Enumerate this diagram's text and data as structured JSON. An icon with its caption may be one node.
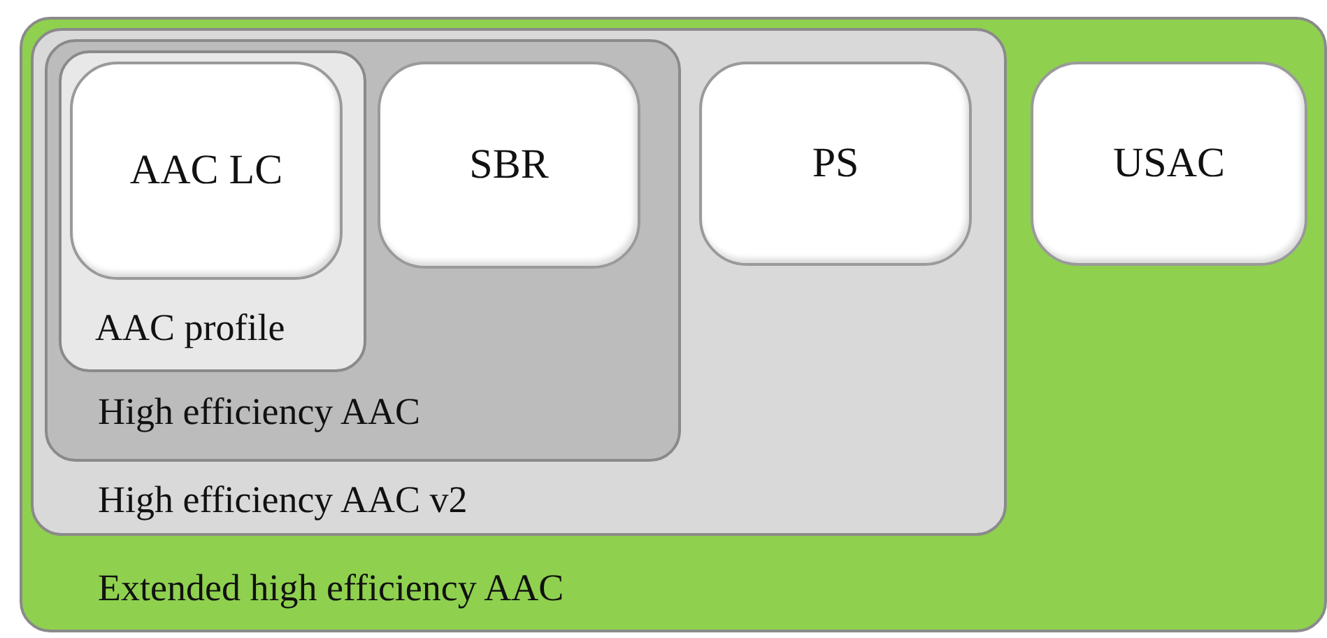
{
  "diagram": {
    "nodes": [
      {
        "text": [
          "Extended high efficiency AAC"
        ]
      },
      {
        "text": [
          "High efficiency AAC v2"
        ],
        "in": 0
      },
      {
        "text": [
          "High efficiency AAC"
        ],
        "in": 1
      },
      {
        "text": [
          "AAC profile"
        ],
        "in": 2
      },
      {
        "text": [
          "AAC LC"
        ],
        "in": 3
      },
      {
        "text": [
          "SBR"
        ],
        "in": 2
      },
      {
        "text": [
          "PS"
        ],
        "in": 1
      },
      {
        "text": [
          "USAC"
        ],
        "in": 0
      }
    ]
  }
}
